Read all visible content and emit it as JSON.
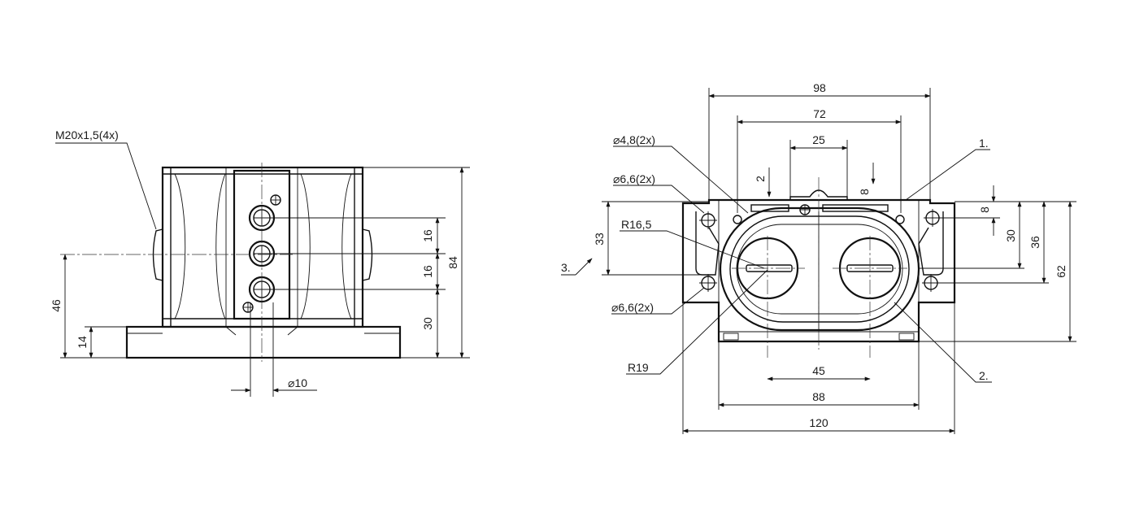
{
  "left_view": {
    "thread_label": "M20x1,5(4x)",
    "dim_16_upper": "16",
    "dim_16_lower": "16",
    "dim_84": "84",
    "dim_30": "30",
    "dim_46": "46",
    "dim_14": "14",
    "dim_dia10": "⌀10"
  },
  "right_view": {
    "dim_98": "98",
    "dim_72": "72",
    "dim_25": "25",
    "dim_2": "2",
    "dim_8_top": "8",
    "dim_8_right": "8",
    "dim_30": "30",
    "dim_36": "36",
    "dim_62": "62",
    "dim_33": "33",
    "dim_45": "45",
    "dim_88": "88",
    "dim_120": "120",
    "label_dia48": "⌀4,8(2x)",
    "label_dia66_top": "⌀6,6(2x)",
    "label_dia66_bottom": "⌀6,6(2x)",
    "label_r165": "R16,5",
    "label_r19": "R19",
    "callout_1": "1.",
    "callout_2": "2.",
    "callout_3": "3."
  }
}
